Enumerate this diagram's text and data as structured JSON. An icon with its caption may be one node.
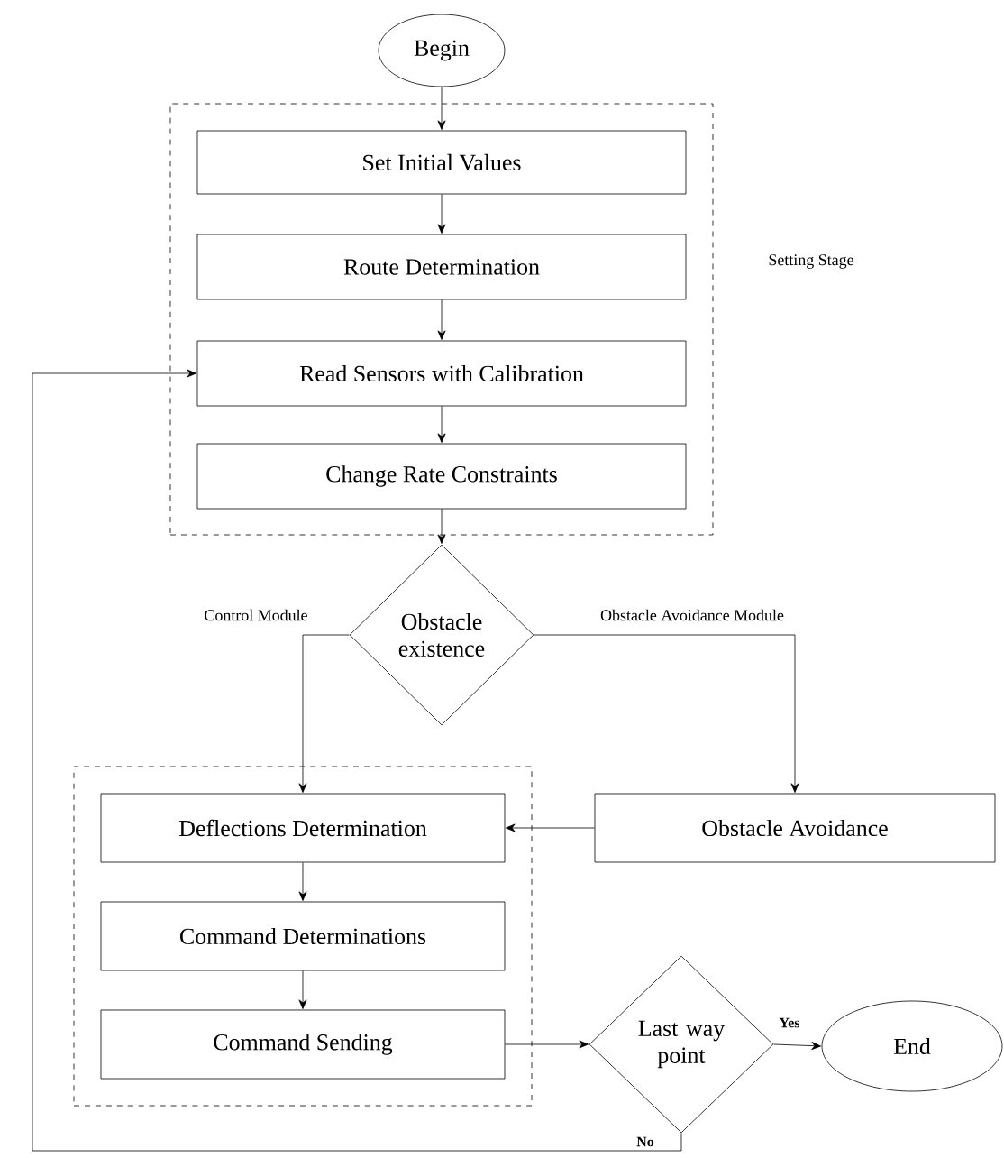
{
  "diagram": {
    "nodes": [
      {
        "text": [
          "Begin"
        ]
      },
      {
        "text": [
          "Setting Stage"
        ]
      },
      {
        "text": [
          "Set Initial Values"
        ],
        "in": 1
      },
      {
        "text": [
          "Route Determination"
        ],
        "in": 1
      },
      {
        "text": [
          "Read Sensors with Calibration"
        ],
        "in": 1
      },
      {
        "text": [
          "Change Rate Constraints"
        ],
        "in": 1
      },
      {
        "text": [
          "Obstacle existence"
        ]
      },
      {
        "text": [
          "Obstacle Avoidance"
        ]
      },
      {
        "text": [],
        "shape": "box"
      },
      {
        "text": [
          "Deflections Determination"
        ],
        "in": 8
      },
      {
        "text": [
          "Command Determinations"
        ],
        "in": 8
      },
      {
        "text": [
          "Command Sending"
        ],
        "in": 8
      },
      {
        "text": [
          "Last way point"
        ]
      },
      {
        "text": [
          "End"
        ]
      }
    ],
    "edges": [
      {
        "from": 0,
        "to": 2,
        "arrow": "to"
      },
      {
        "from": 2,
        "to": 3,
        "arrow": "to"
      },
      {
        "from": 3,
        "to": 4,
        "arrow": "to"
      },
      {
        "from": 4,
        "to": 5,
        "arrow": "to"
      },
      {
        "from": 5,
        "to": 6,
        "arrow": "to"
      },
      {
        "from": 6,
        "to": 9,
        "arrow": "to",
        "label": "Control Module"
      },
      {
        "from": 6,
        "to": 7,
        "arrow": "to",
        "label": "Obstacle Avoidance Module"
      },
      {
        "from": 7,
        "to": 9,
        "arrow": "to"
      },
      {
        "from": 9,
        "to": 10,
        "arrow": "to"
      },
      {
        "from": 10,
        "to": 11,
        "arrow": "to"
      },
      {
        "from": 11,
        "to": 12,
        "arrow": "to"
      },
      {
        "from": 12,
        "to": 13,
        "arrow": "to",
        "label": "Yes"
      },
      {
        "from": 12,
        "to": 4,
        "arrow": "to",
        "label": "No"
      }
    ]
  }
}
